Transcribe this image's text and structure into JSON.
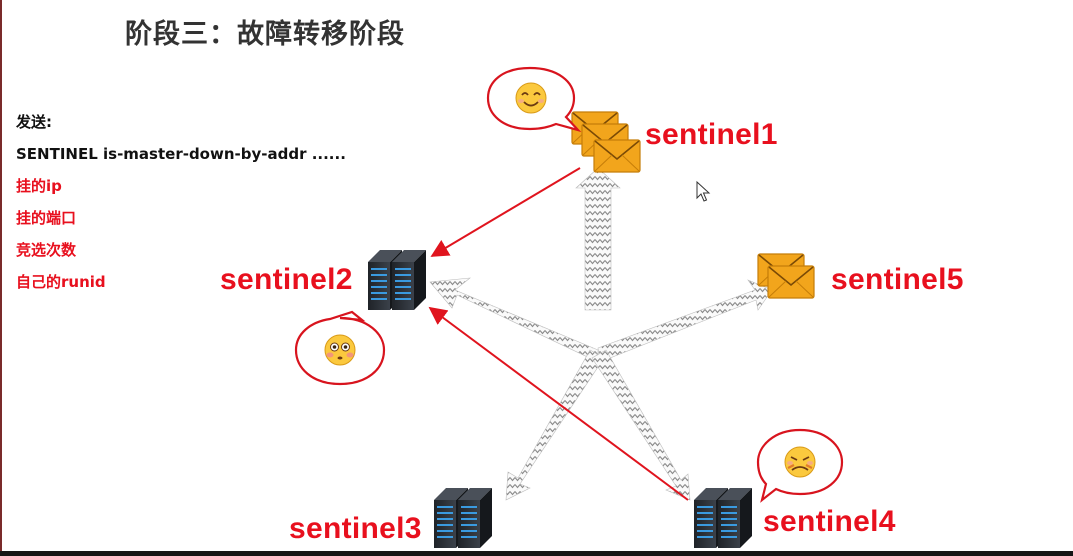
{
  "title": "阶段三：故障转移阶段",
  "send_block": {
    "heading": "发送:",
    "command": "SENTINEL is-master-down-by-addr ......",
    "params": [
      "挂的ip",
      "挂的端口",
      "竞选次数",
      "自己的runid"
    ]
  },
  "nodes": {
    "sentinel1": "sentinel1",
    "sentinel2": "sentinel2",
    "sentinel3": "sentinel3",
    "sentinel4": "sentinel4",
    "sentinel5": "sentinel5"
  },
  "colors": {
    "title": "#333333",
    "label_red": "#e8101e",
    "arrow_red": "#e0141e",
    "bubble_border": "#d8141e",
    "envelope": "#f2a51c",
    "server_body": "#2b2f36"
  },
  "icons": {
    "sentinel1": "envelope-stack-icon",
    "sentinel5": "envelope-stack-icon",
    "sentinel2": "server-icon",
    "sentinel3": "server-icon",
    "sentinel4": "server-icon",
    "emoji_sentinel1": "smiling-emoji",
    "emoji_sentinel2": "flushed-emoji",
    "emoji_sentinel4": "worried-emoji"
  }
}
